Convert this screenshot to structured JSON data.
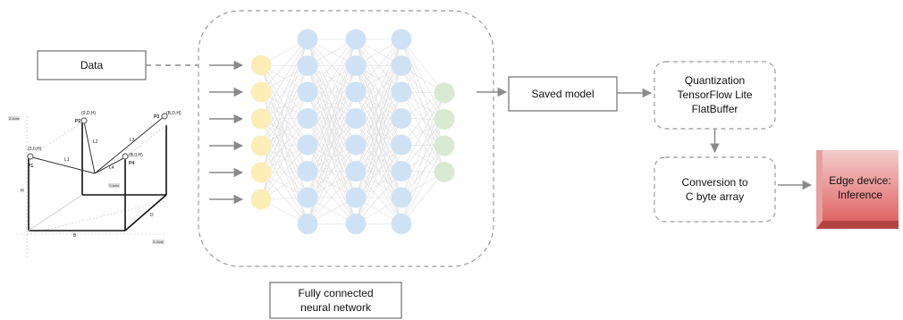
{
  "labels": {
    "data": "Data",
    "saved_model": "Saved model",
    "quant_1": "Quantization",
    "quant_2": "TensorFlow Lite",
    "quant_3": "FlatBuffer",
    "conv_1": "Conversion to",
    "conv_2": "C byte array",
    "edge_1": "Edge device:",
    "edge_2": "Inference",
    "fc_1": "Fully connected",
    "fc_2": "neural network"
  },
  "room": {
    "p1": "P1",
    "p2": "P2",
    "p3": "P3",
    "p4": "P4",
    "c1": "(0,0,H)",
    "c2": "(0,D,H)",
    "c3": "(B,D,H)",
    "c4": "(B,0,H)",
    "l1": "L1",
    "l2": "L2",
    "l3": "L3",
    "l4": "L4",
    "h": "H",
    "b": "B",
    "d": "D",
    "z_axis": "Z-Axis",
    "y_axis": "Y-Axis",
    "x_axis": "X-Axis"
  },
  "network": {
    "layers": [
      6,
      8,
      8,
      8,
      4
    ],
    "colors": {
      "input": "#fdeeb8",
      "hidden": "#cfe2f3",
      "output": "#d9ead3",
      "edge": "#e06666"
    }
  }
}
